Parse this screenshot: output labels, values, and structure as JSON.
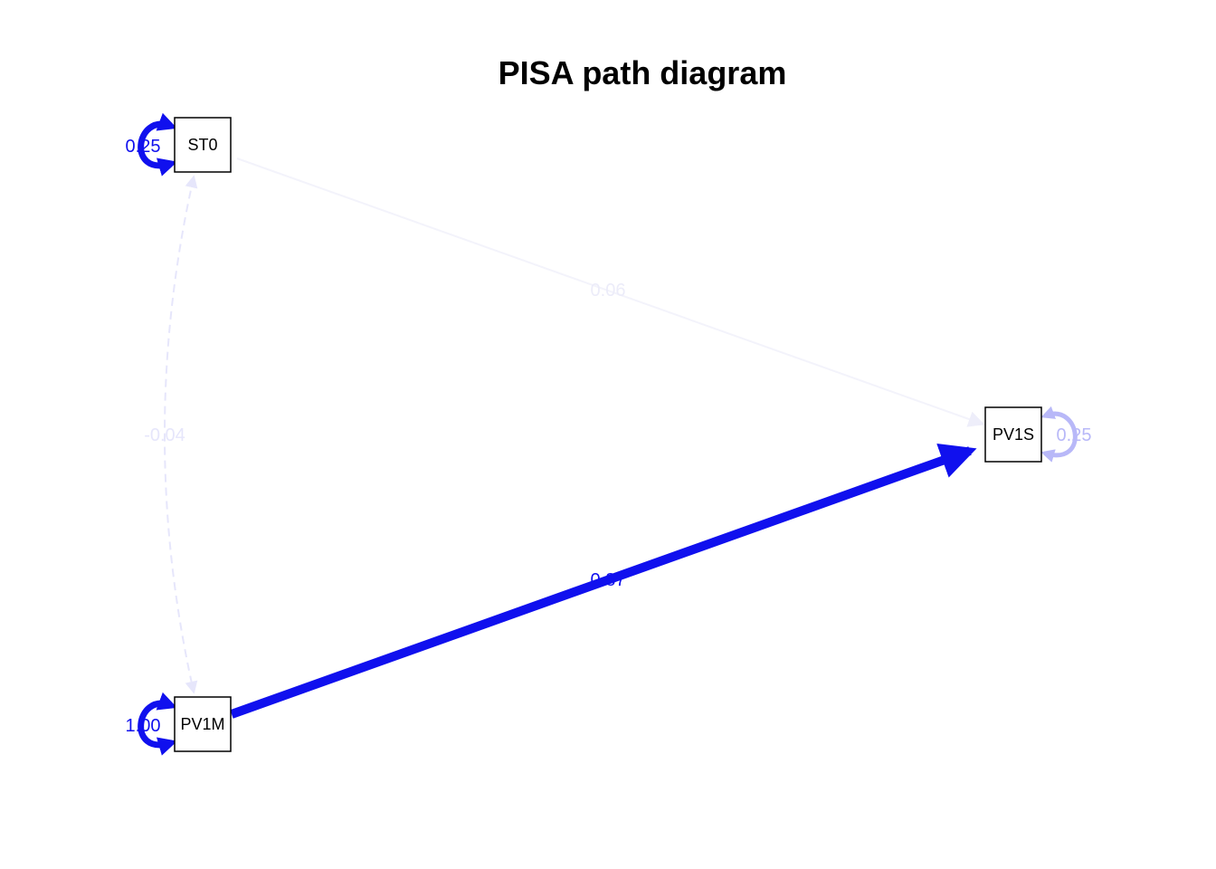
{
  "title": "PISA path diagram",
  "colors": {
    "strong": "#1010ee",
    "medium": "#b8b8f8",
    "faint": "#e6e6fb",
    "faintest": "#f3f3fb",
    "node_border": "#000000"
  },
  "nodes": [
    {
      "id": "ST0",
      "label": "ST0"
    },
    {
      "id": "PV1S",
      "label": "PV1S"
    },
    {
      "id": "PV1M",
      "label": "PV1M"
    }
  ],
  "edges": [
    {
      "from": "ST0",
      "to": "PV1S",
      "type": "directed",
      "label": "0.06"
    },
    {
      "from": "PV1M",
      "to": "PV1S",
      "type": "directed",
      "label": "0.87"
    },
    {
      "from": "ST0",
      "to": "PV1M",
      "type": "covariance",
      "label": "-0.04"
    }
  ],
  "variances": [
    {
      "node": "ST0",
      "label": "0.25"
    },
    {
      "node": "PV1S",
      "label": "0.25"
    },
    {
      "node": "PV1M",
      "label": "1.00"
    }
  ]
}
